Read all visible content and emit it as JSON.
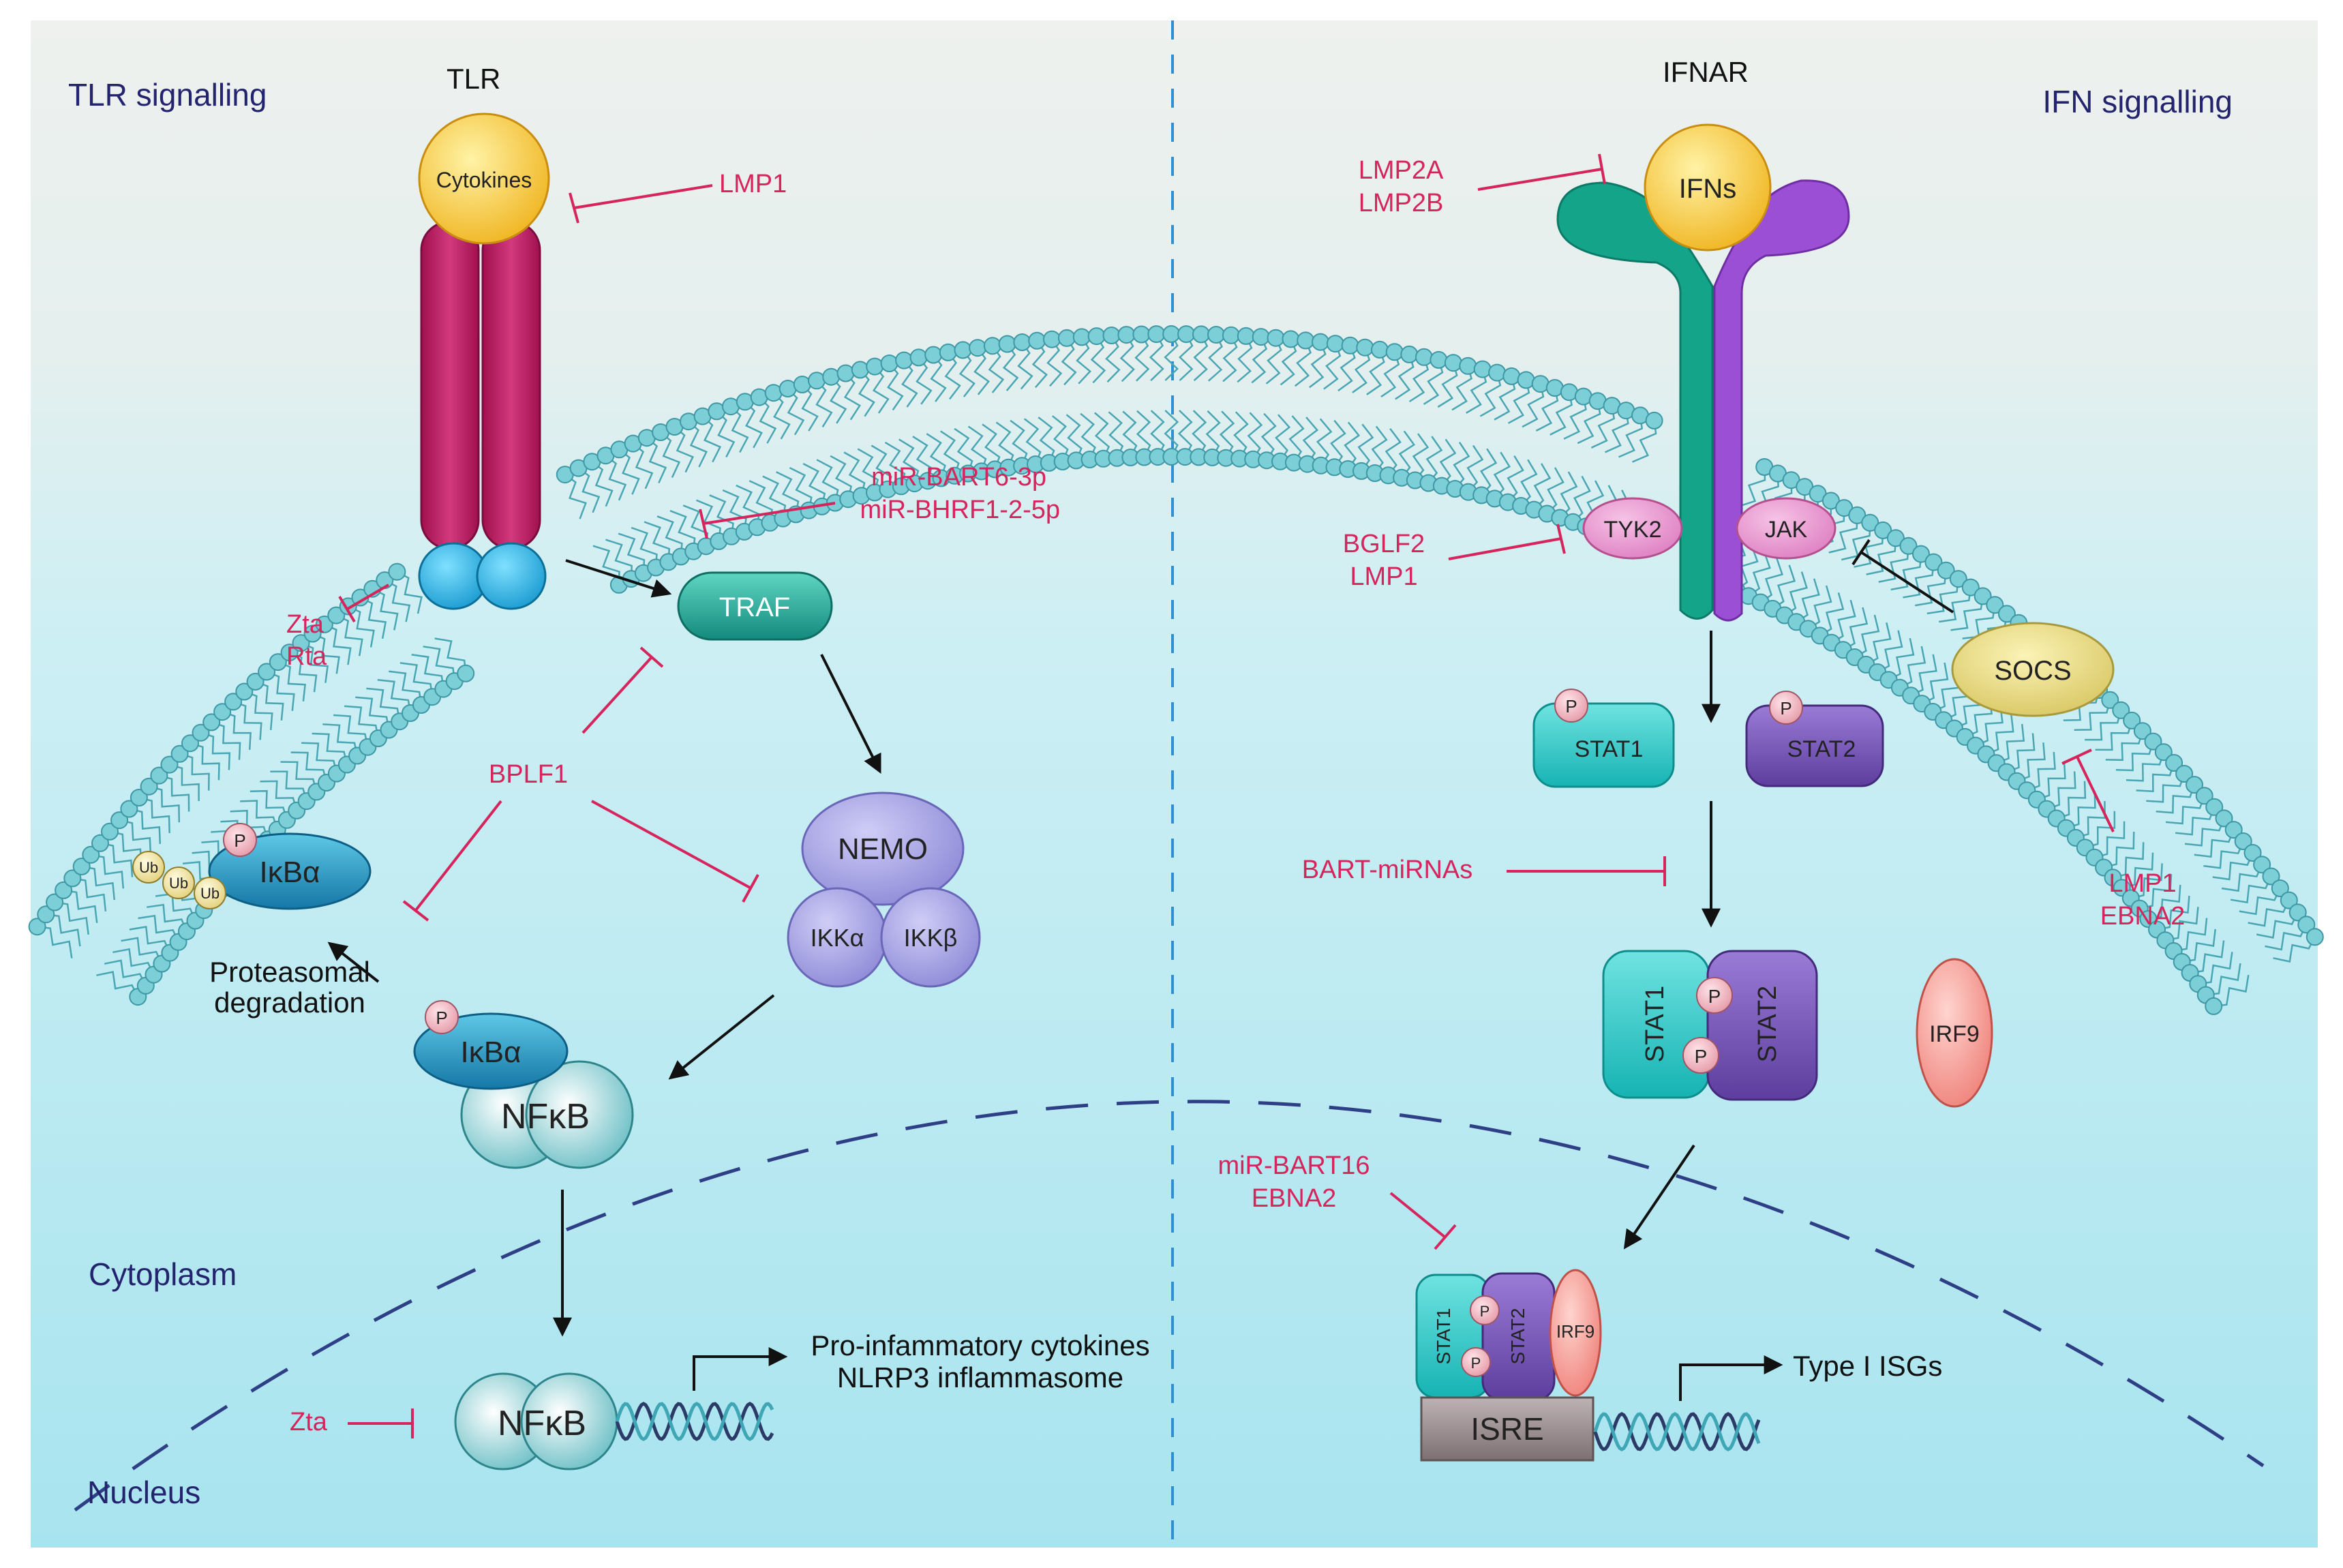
{
  "headers": {
    "tlr_signalling": "TLR signalling",
    "ifn_signalling": "IFN signalling",
    "cytoplasm": "Cytoplasm",
    "nucleus": "Nucleus"
  },
  "receptors": {
    "tlr": "TLR",
    "ifnar": "IFNAR"
  },
  "molecules": {
    "cytokines": "Cytokines",
    "ifns": "IFNs",
    "traf": "TRAF",
    "nemo": "NEMO",
    "ikka": "IKKα",
    "ikkb": "IKKβ",
    "ikba": "IκBα",
    "ub": "Ub",
    "p": "P",
    "nfkb": "NFκB",
    "tyk2": "TYK2",
    "jak": "JAK",
    "socs": "SOCS",
    "stat1": "STAT1",
    "stat2": "STAT2",
    "irf9": "IRF9",
    "isre": "ISRE"
  },
  "inhibitors": {
    "lmp1_top": "LMP1",
    "lmp2a": "LMP2A",
    "lmp2b": "LMP2B",
    "mir_bart6": "miR-BART6-3p",
    "mir_bhrf1": "miR-BHRF1-2-5p",
    "zta_top": "Zta",
    "rta": "Rta",
    "bplf1": "BPLF1",
    "bglf2": "BGLF2",
    "lmp1_tyk": "LMP1",
    "bart_mirnas": "BART-miRNAs",
    "lmp1_socs": "LMP1",
    "ebna2_socs": "EBNA2",
    "mir_bart16": "miR-BART16",
    "ebna2_nuc": "EBNA2",
    "zta_nuc": "Zta"
  },
  "annotations": {
    "proteasomal": "Proteasomal",
    "degradation": "degradation",
    "pro_inflammatory": "Pro-infammatory cytokines",
    "nlrp3": "NLRP3 inflammasome",
    "type_isgs": "Type I ISGs"
  },
  "colors": {
    "inhibition": "#d6245c",
    "header_text": "#23236e",
    "membrane_head": "#7ccfd6",
    "tlr_receptor": "#b8135e",
    "ifnar_chain_a": "#13a48a",
    "ifnar_chain_b": "#9b4fd4"
  }
}
